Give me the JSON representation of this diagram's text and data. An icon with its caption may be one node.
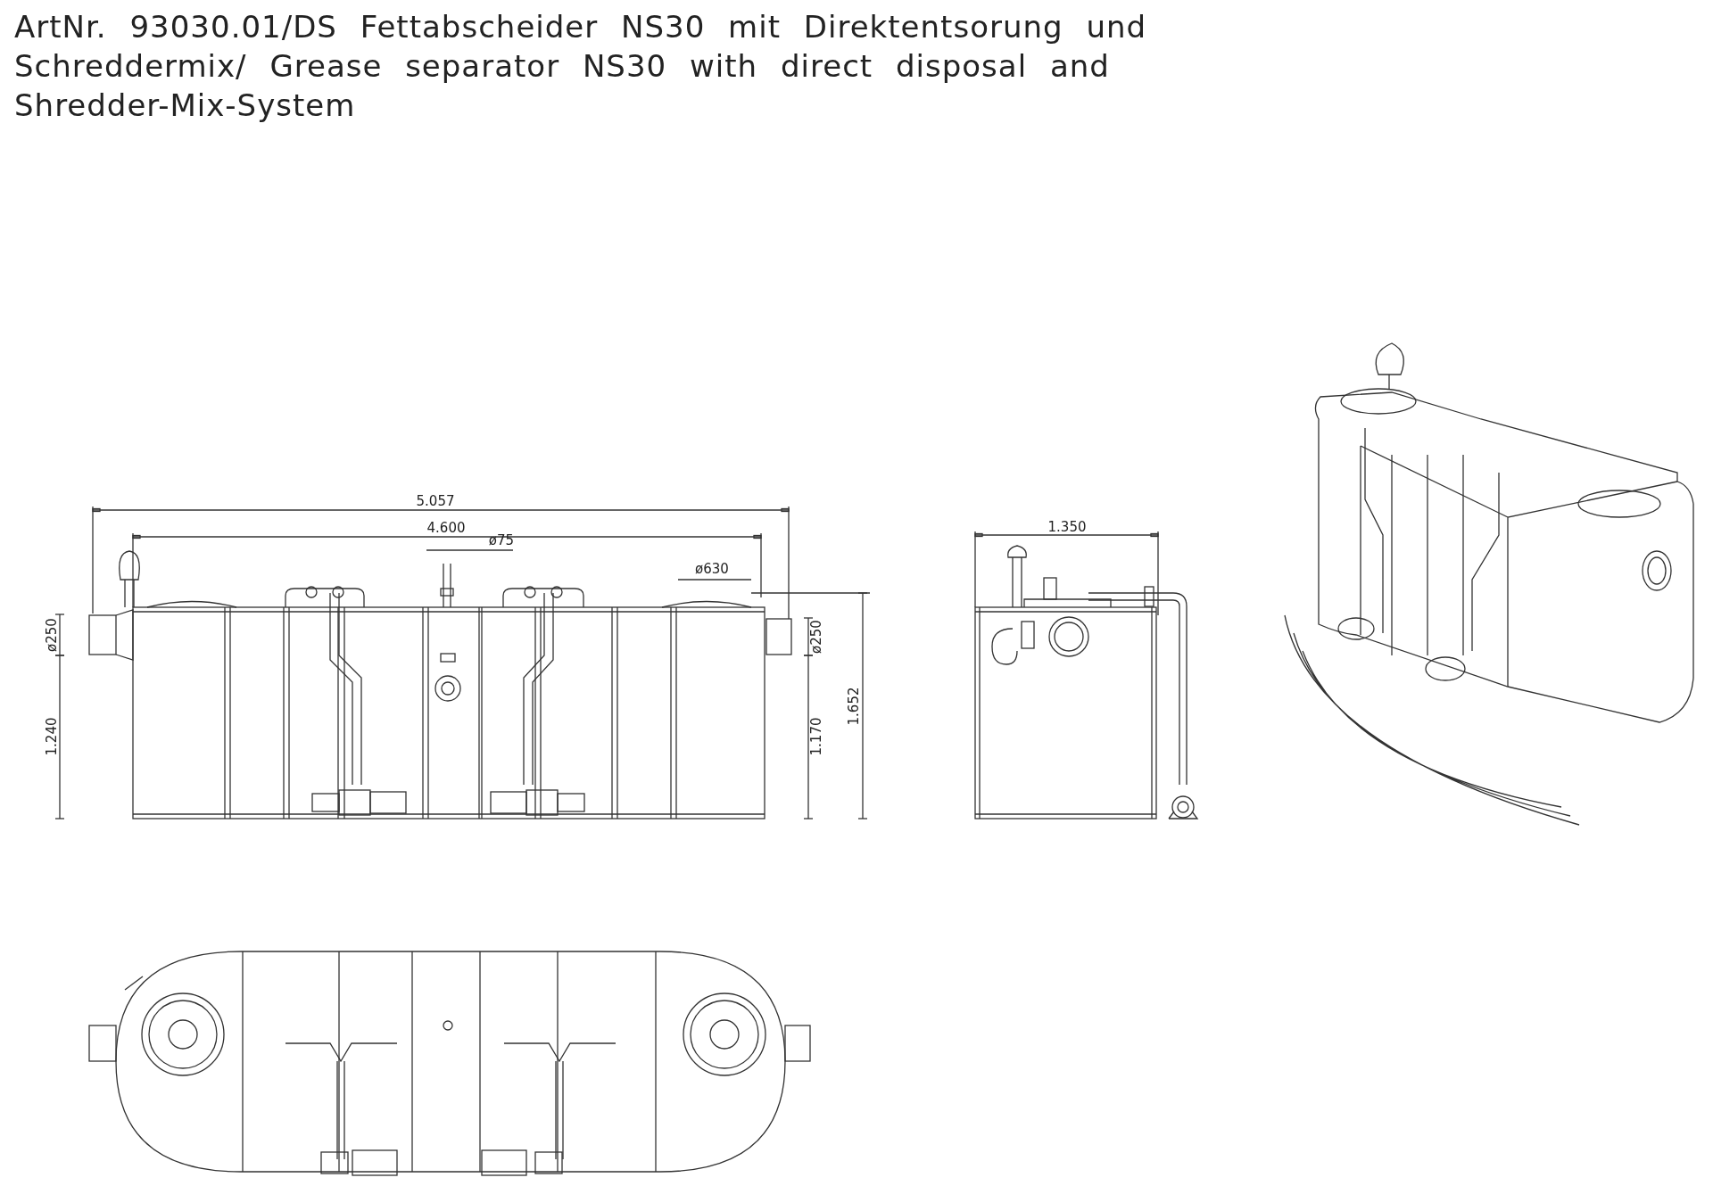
{
  "diagram": {
    "title": "ArtNr. 93030.01/DS Fettabscheider NS30 mit Direktentsorung und Schreddermix/ Grease separator NS30 with direct disposal and Shredder-Mix-System",
    "labels": [
      "5.057",
      "4.600",
      "ø75",
      "ø630",
      "ø250",
      "1.240",
      "ø250",
      "1.170",
      "1.652",
      "1.350"
    ]
  }
}
